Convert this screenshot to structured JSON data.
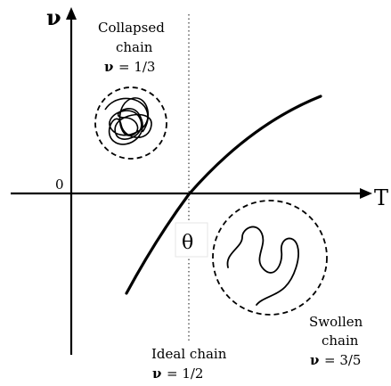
{
  "axes": {
    "y_label": "ν",
    "x_label": "T",
    "origin_label": "0"
  },
  "theta": {
    "label": "θ"
  },
  "regions": {
    "collapsed": {
      "line1": "Collapsed",
      "line2": "chain",
      "nu_symbol": "ν",
      "nu_value": "= 1/3"
    },
    "ideal": {
      "line1": "Ideal chain",
      "nu_symbol": "ν",
      "nu_value": "= 1/2"
    },
    "swollen": {
      "line1": "Swollen",
      "line2": "chain",
      "nu_symbol": "ν",
      "nu_value": "= 3/5"
    }
  }
}
